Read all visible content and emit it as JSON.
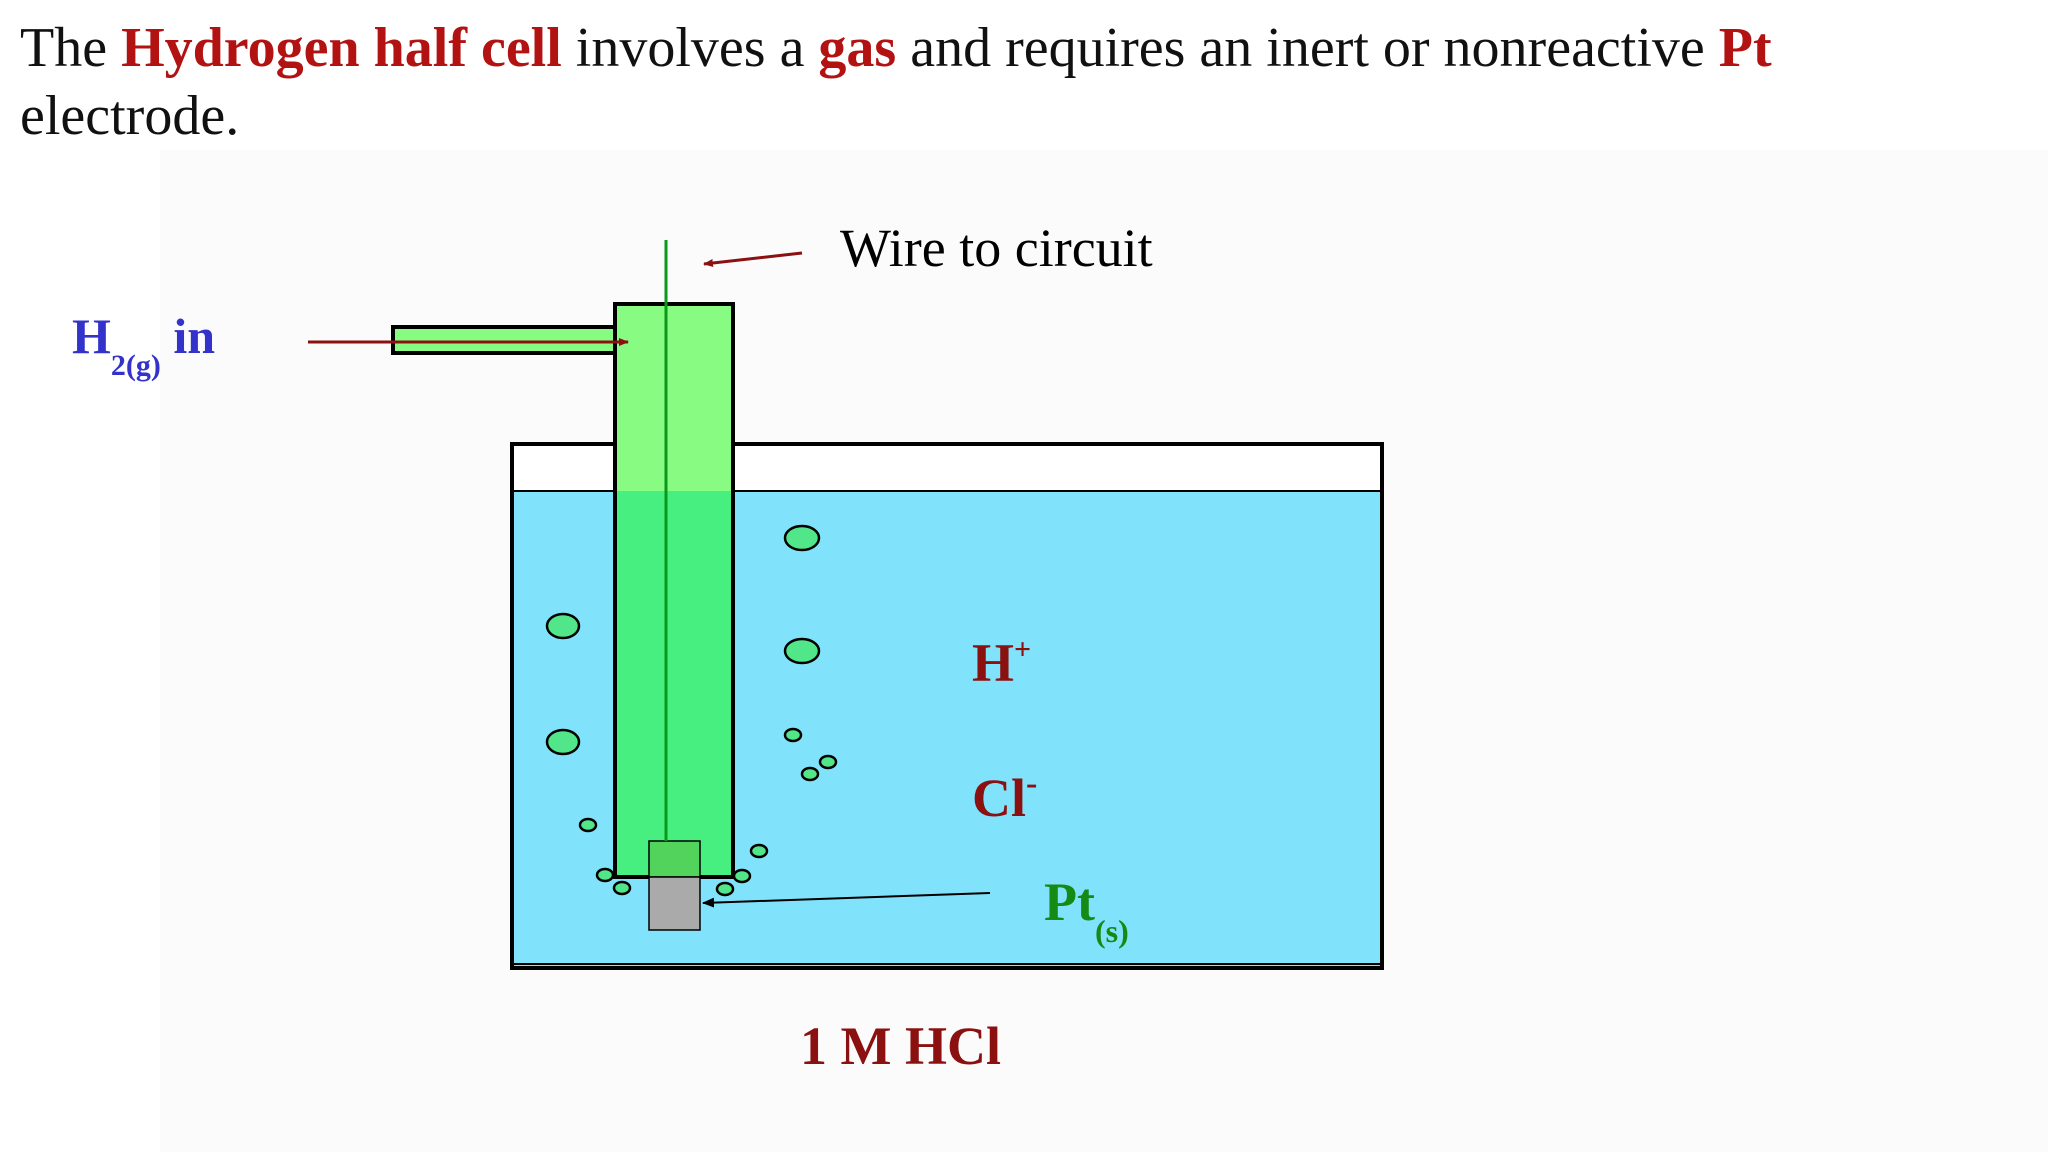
{
  "heading": {
    "part1": "The ",
    "highlight1": "Hydrogen half cell",
    "part2": " involves a ",
    "highlight2": "gas",
    "part3": " and requires an inert or nonreactive ",
    "highlight3": "Pt",
    "part4": " electrode."
  },
  "labels": {
    "wire": "Wire to circuit",
    "h2_main": "H",
    "h2_sub": "2(g)",
    "h2_suffix": " in",
    "h_plus_main": "H",
    "h_plus_sup": "+",
    "cl_main": "Cl",
    "cl_sup": "-",
    "pt_main": "Pt",
    "pt_sub": "(s)",
    "solution": "1 M HCl"
  },
  "colors": {
    "highlight_red": "#b31212",
    "dark_red": "#8b1010",
    "blue_label": "#3333cc",
    "green_label": "#158a15",
    "tube_green": "#88fb82",
    "tube_submerged": "#46ef7f",
    "solution": "#80e2fb",
    "bubble": "#52e68a",
    "platinum": "#aaaaaa"
  }
}
